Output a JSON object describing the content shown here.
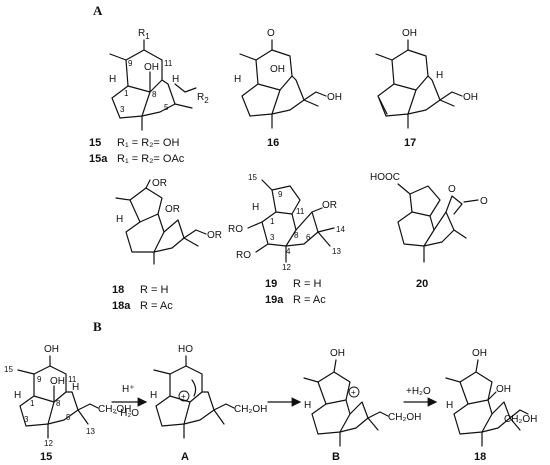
{
  "panels": {
    "a": "A",
    "b": "B"
  },
  "compounds": {
    "c15": {
      "id": "15",
      "r": "R",
      "r1": "R",
      "sub1": "1",
      "sub2": "2",
      "cap15": "R₁ = R₂= OH",
      "id15a": "15a",
      "cap15a": "R₁ = R₂= OAc",
      "n9": "9",
      "n11": "11",
      "n1": "1",
      "n8": "8",
      "n3": "3",
      "n5": "5",
      "oh": "OH",
      "h": "H"
    },
    "c16": {
      "id": "16",
      "o": "O",
      "oh": "OH",
      "oh2": "OH",
      "h": "H"
    },
    "c17": {
      "id": "17",
      "oh": "OH",
      "oh2": "OH",
      "h": "H"
    },
    "c18": {
      "id": "18",
      "cap": "R = H",
      "id_a": "18a",
      "cap_a": "R = Ac",
      "or1": "OR",
      "or2": "OR",
      "or3": "OR",
      "h": "H"
    },
    "c19": {
      "id": "19",
      "cap": "R = H",
      "id_a": "19a",
      "cap_a": "R = Ac",
      "n15": "15",
      "n9": "9",
      "n11": "11",
      "n1": "1",
      "n8": "8",
      "n3": "3",
      "n4": "4",
      "n6": "6",
      "n14": "14",
      "n13": "13",
      "n12": "12",
      "or1": "OR",
      "ro1": "RO",
      "ro2": "RO",
      "h": "H"
    },
    "c20": {
      "id": "20",
      "hooc": "HOOC",
      "o1": "O",
      "o2": "O"
    }
  },
  "scheme_b": {
    "s15": {
      "id": "15",
      "oh": "OH",
      "oh2": "OH",
      "ch2oh": "CH₂OH",
      "h": "H",
      "n15": "15",
      "n9": "9",
      "n11": "11",
      "n1": "1",
      "n8": "8",
      "n3": "3",
      "n5": "5",
      "n12": "12",
      "n13": "13"
    },
    "step1_top": "H⁺",
    "step1_bot": "- H₂O",
    "sA": {
      "id": "A",
      "oh": "HO",
      "ch2oh": "CH₂OH",
      "h": "H",
      "plus": "+"
    },
    "sB": {
      "id": "B",
      "oh": "OH",
      "ch2oh": "CH₂OH",
      "h": "H",
      "plus": "+"
    },
    "step3_top": "+H₂O",
    "s18": {
      "id": "18",
      "oh": "OH",
      "oh2": "OH",
      "ch2oh": "CH₂OH",
      "h": "H"
    }
  }
}
